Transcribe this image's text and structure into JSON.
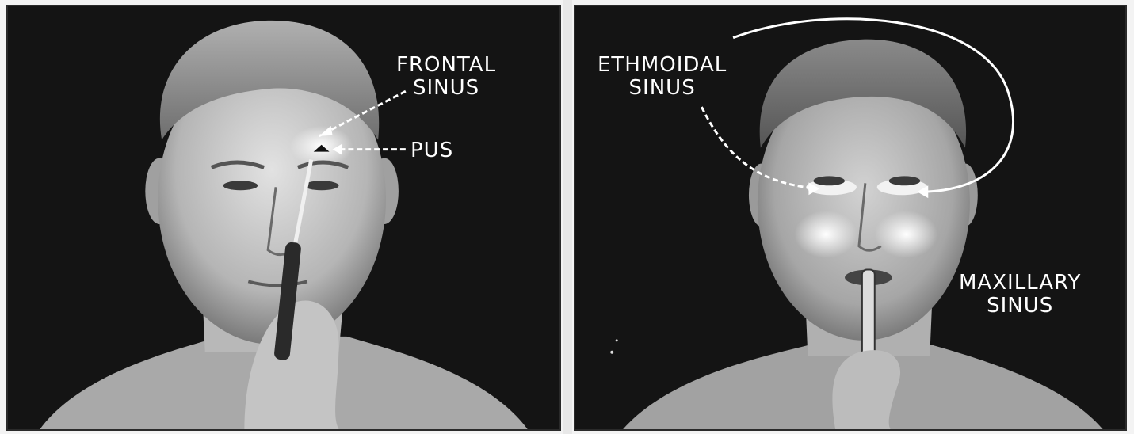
{
  "labels": {
    "frontal_line1": "FRONTAL",
    "frontal_line2": "SINUS",
    "pus": "PUS",
    "ethmoidal_line1": "ETHMOIDAL",
    "ethmoidal_line2": "SINUS",
    "maxillary_line1": "MAXILLARY",
    "maxillary_line2": "SINUS"
  },
  "colors": {
    "background": "#141414",
    "skin_light": "#d8d8d8",
    "skin_shadow": "#8a8a8a",
    "hair": "#9a9a9a",
    "label_text": "#ffffff",
    "pointer_line": "#ffffff"
  }
}
